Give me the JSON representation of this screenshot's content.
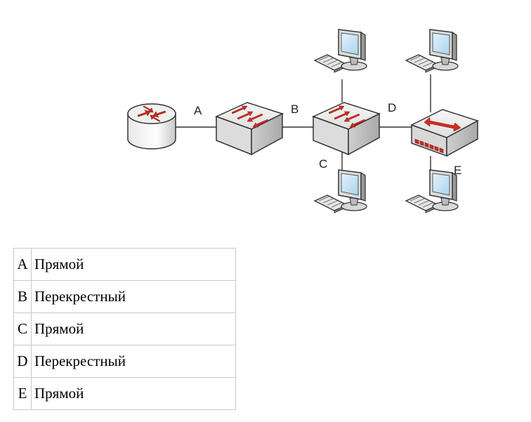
{
  "diagram": {
    "labels": {
      "a": "A",
      "b": "B",
      "c": "C",
      "d": "D",
      "e": "E"
    }
  },
  "table": {
    "rows": [
      {
        "key": "A",
        "value": "Прямой"
      },
      {
        "key": "B",
        "value": "Перекрестный"
      },
      {
        "key": "C",
        "value": "Прямой"
      },
      {
        "key": "D",
        "value": "Перекрестный"
      },
      {
        "key": "E",
        "value": "Прямой"
      }
    ]
  },
  "colors": {
    "arrow": "#d42a1f",
    "device_face": "#e8e8e8",
    "device_side": "#bdbdbd",
    "screen": "#b8dcf2"
  }
}
